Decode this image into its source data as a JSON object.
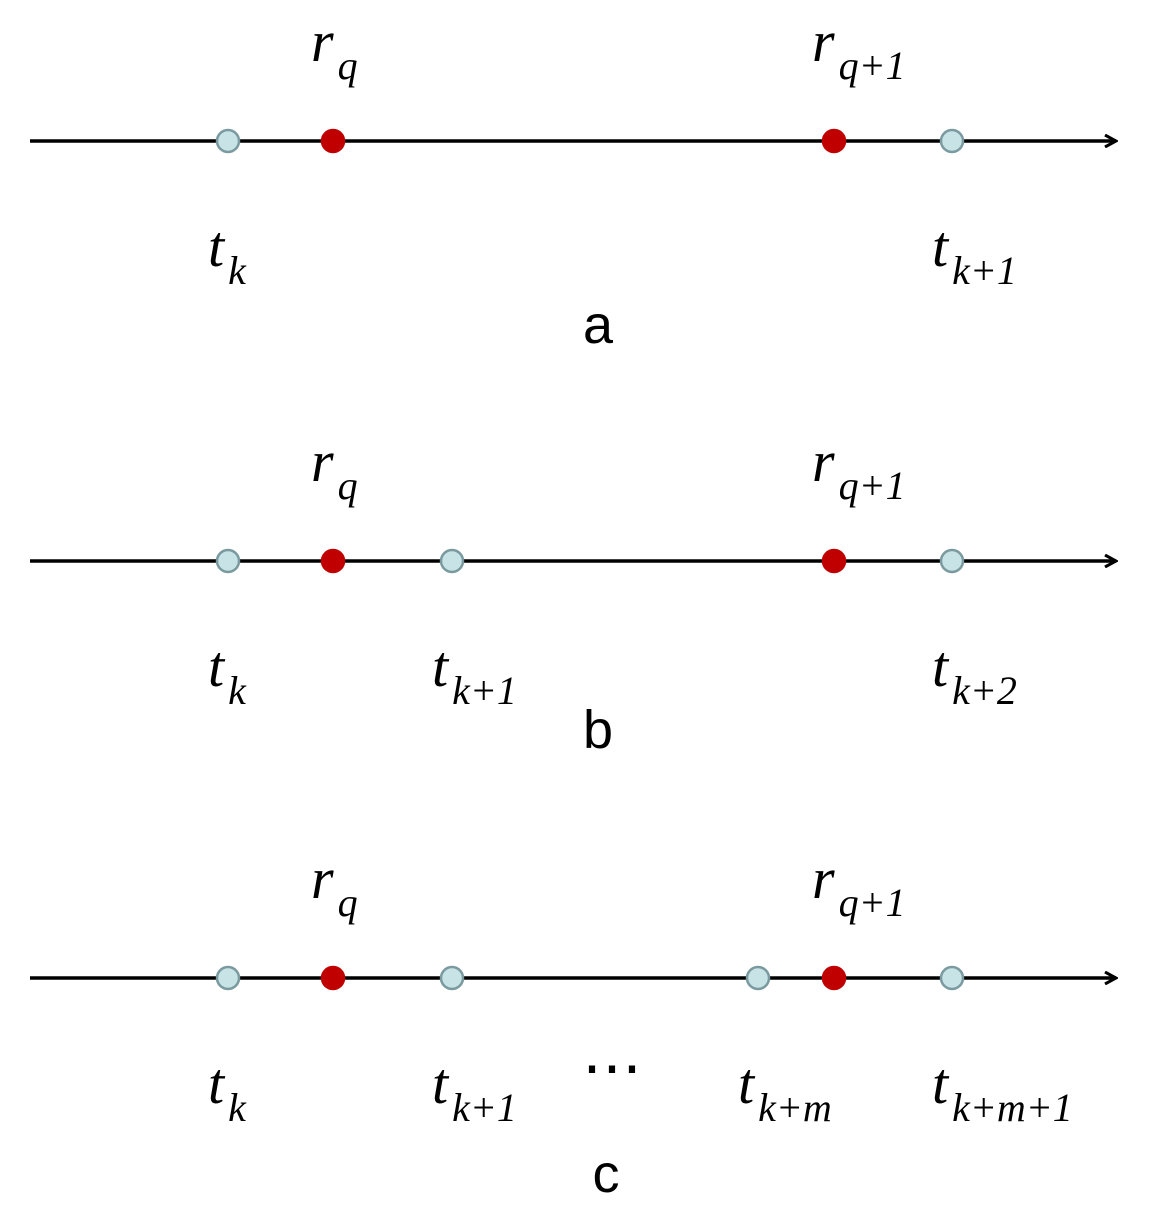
{
  "panels": [
    {
      "caption": "a",
      "points": [
        {
          "kind": "t",
          "base": "t",
          "sub": "k"
        },
        {
          "kind": "r",
          "base": "r",
          "sub": "q"
        },
        {
          "kind": "r",
          "base": "r",
          "sub": "q+1"
        },
        {
          "kind": "t",
          "base": "t",
          "sub": "k+1"
        }
      ]
    },
    {
      "caption": "b",
      "points": [
        {
          "kind": "t",
          "base": "t",
          "sub": "k"
        },
        {
          "kind": "r",
          "base": "r",
          "sub": "q"
        },
        {
          "kind": "t",
          "base": "t",
          "sub": "k+1"
        },
        {
          "kind": "r",
          "base": "r",
          "sub": "q+1"
        },
        {
          "kind": "t",
          "base": "t",
          "sub": "k+2"
        }
      ]
    },
    {
      "caption": "c",
      "ellipsis": "⋯",
      "points": [
        {
          "kind": "t",
          "base": "t",
          "sub": "k"
        },
        {
          "kind": "r",
          "base": "r",
          "sub": "q"
        },
        {
          "kind": "t",
          "base": "t",
          "sub": "k+1"
        },
        {
          "kind": "t",
          "base": "t",
          "sub": "k+m"
        },
        {
          "kind": "r",
          "base": "r",
          "sub": "q+1"
        },
        {
          "kind": "t",
          "base": "t",
          "sub": "k+m+1"
        }
      ]
    }
  ],
  "colors": {
    "axis": "#000000",
    "r_point": "#c00000",
    "t_point_fill": "#c7e3e6",
    "t_point_stroke": "#7a9aa0"
  }
}
